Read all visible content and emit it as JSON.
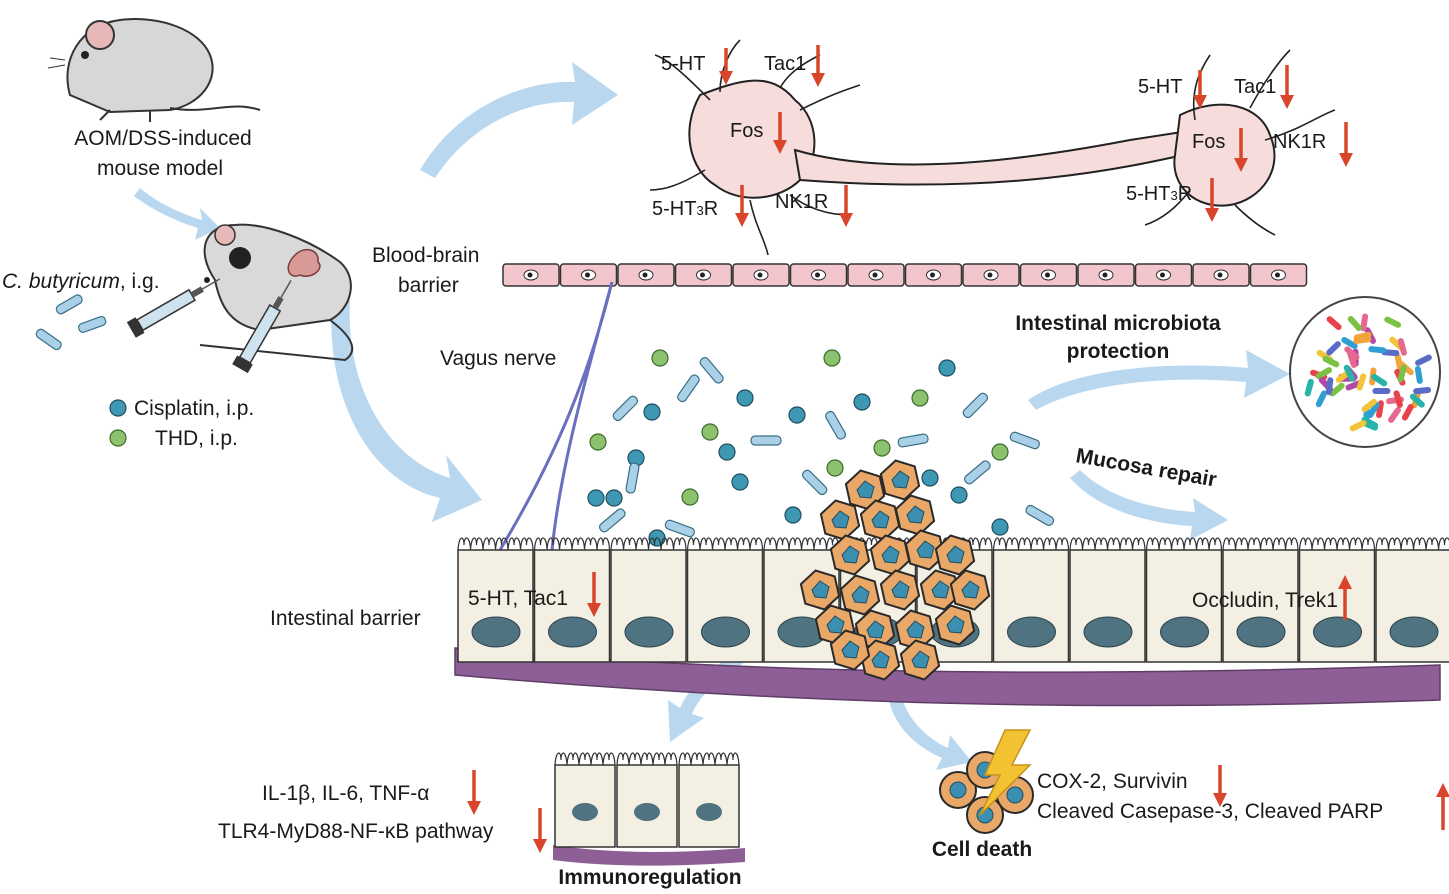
{
  "colors": {
    "arrow_blue": "#b9d7ef",
    "down_red": "#d8452b",
    "neuron_fill": "#f7dcdc",
    "bbb_fill": "#f2c6cc",
    "cell_fill": "#f3f0e3",
    "nucleus": "#4f7380",
    "basement": "#8e5f96",
    "cisplatin": "#3e98b3",
    "thd": "#8cc26d",
    "bacteria_rod": "#a9d0e6",
    "tumor_cell": "#e9a868"
  },
  "labels": {
    "model": [
      "AOM/DSS-induced",
      "mouse model"
    ],
    "cbutyricum_italic": "C. butyricum",
    "cbutyricum_rest": ", i.g.",
    "cisplatin": "Cisplatin, i.p.",
    "thd": "THD, i.p.",
    "bbb": [
      "Blood-brain",
      "barrier"
    ],
    "vagus": "Vagus nerve",
    "intestinal_barrier": "Intestinal barrier",
    "intestinal_microbiota": [
      "Intestinal microbiota",
      "protection"
    ],
    "mucosa_repair": "Mucosa repair",
    "left_cells": "5-HT, Tac1",
    "right_cells": "Occludin, Trek1",
    "immuno_line1": "IL-1β, IL-6, TNF-α",
    "immuno_line2": "TLR4-MyD88-NF-κB pathway",
    "immunoregulation": "Immunoregulation",
    "celldeath_line1": "COX-2, Survivin",
    "celldeath_line2": "Cleaved Casepase-3, Cleaved PARP",
    "cell_death": "Cell death"
  },
  "neuron_left": {
    "ht": "5-HT",
    "tac1": "Tac1",
    "fos": "Fos",
    "ht3r_pre": "5-HT",
    "ht3r_sub": "3",
    "ht3r_post": "R",
    "nk1r": "NK1R"
  },
  "neuron_right": {
    "ht": "5-HT",
    "tac1": "Tac1",
    "fos": "Fos",
    "nk1r": "NK1R",
    "ht3r_pre": "5-HT",
    "ht3r_sub": "3",
    "ht3r_post": "R"
  },
  "icons": [
    "mouse-icon",
    "syringe-icon",
    "neuron-icon",
    "bacteria-circle-icon",
    "tumor-icon",
    "lightning-icon"
  ]
}
